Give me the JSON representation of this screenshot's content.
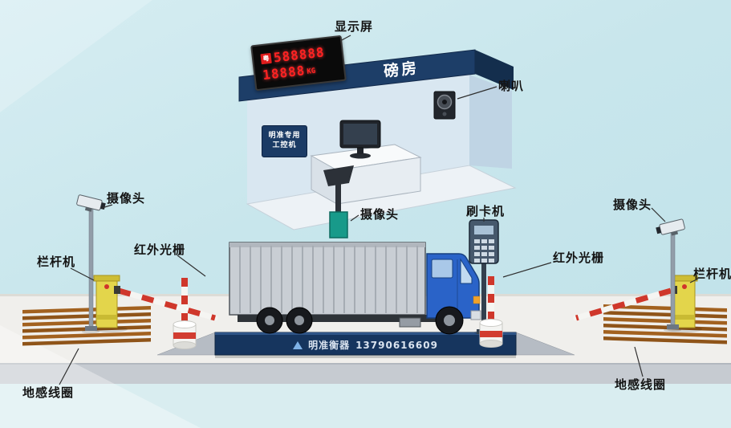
{
  "diagram": {
    "labels": {
      "display_screen": "显示屏",
      "weigh_house": "磅房",
      "speaker": "喇叭",
      "overhead_camera": "摄像头",
      "card_reader": "刷卡机",
      "camera_left": "摄像头",
      "camera_right": "摄像头",
      "ir_grating_left": "红外光栅",
      "ir_grating_right": "红外光栅",
      "barrier_gate_left": "栏杆机",
      "barrier_gate_right": "栏杆机",
      "ground_coil_left": "地感线圈",
      "ground_coil_right": "地感线圈"
    },
    "led_display": {
      "plate_badge": "粤",
      "line1": "588888",
      "line2_value": "18888",
      "line2_unit": "KG"
    },
    "industrial_pc": {
      "line1": "明准专用",
      "line2": "工控机"
    },
    "weighbridge": {
      "brand": "明准衡器",
      "phone": "13790616609"
    },
    "colors": {
      "background": "#c8e6ec",
      "roof_navy": "#1d3e68",
      "platform_navy": "#16355e",
      "led_red": "#ff2222",
      "barrier_yellow": "#e3d54b",
      "stripe_red": "#cf372b",
      "coil_brown": "#a2611f",
      "camera_green": "#189a8a",
      "cab_blue": "#2a63c8"
    }
  }
}
